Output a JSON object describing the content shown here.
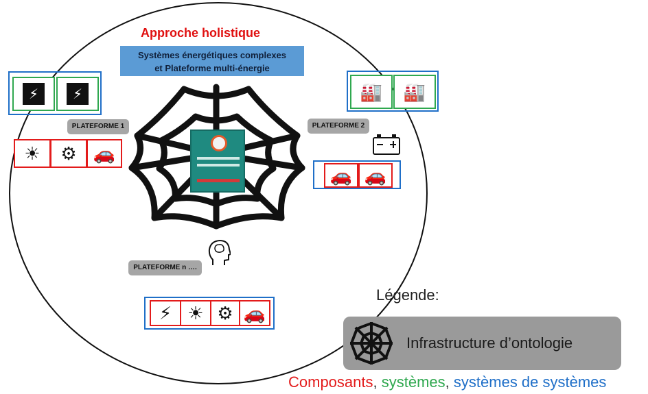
{
  "title": "Approche holistique",
  "subtitle_lines": [
    "Systèmes énergétiques complexes",
    "et Plateforme multi-énergie"
  ],
  "platforms": [
    "PLATEFORME 1",
    "PLATEFORME 2",
    "PLATEFORME n …."
  ],
  "legend": {
    "heading": "Légende:",
    "item": "Infrastructure d’ontologie"
  },
  "caption": {
    "components": "Composants",
    "systems": "systèmes",
    "system_of_systems": "systèmes de systèmes",
    "sep": ", "
  },
  "icons": {
    "pylon": "pylon-icon",
    "factory": "factory-icon",
    "solar": "solar-panel-icon",
    "wind": "wind-turbine-icon",
    "ev": "electric-car-icon",
    "battery": "battery-icon",
    "brain": "head-brain-icon",
    "hydro": "hydro-dam-icon"
  },
  "colors": {
    "title": "#e01010",
    "component_border": "#e31b1b",
    "system_border": "#2fa84f",
    "sos_border": "#1f6fc8",
    "center_panel": "#1f8a80"
  }
}
